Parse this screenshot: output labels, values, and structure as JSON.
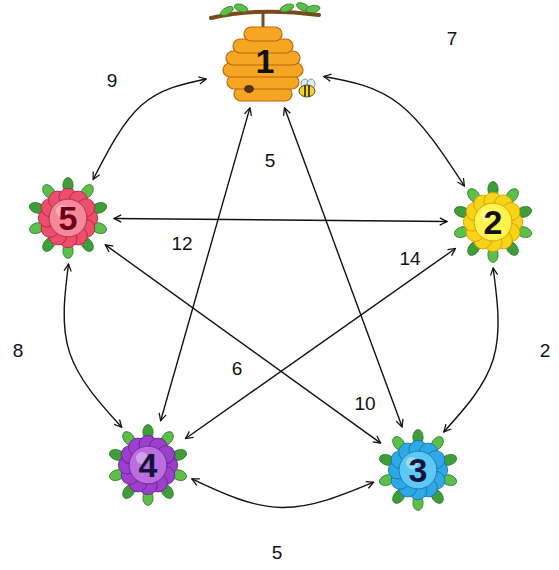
{
  "diagram": {
    "nodes": [
      {
        "text": [
          "1"
        ]
      },
      {
        "text": [
          "2"
        ]
      },
      {
        "text": [
          "3"
        ]
      },
      {
        "text": [
          "4"
        ]
      },
      {
        "text": [
          "5"
        ]
      }
    ],
    "edges": [
      {
        "from": 0,
        "to": 1,
        "arrow": "both",
        "label": "7"
      },
      {
        "from": 1,
        "to": 2,
        "arrow": "both",
        "label": "2"
      },
      {
        "from": 2,
        "to": 3,
        "arrow": "both",
        "label": "5"
      },
      {
        "from": 3,
        "to": 4,
        "arrow": "both",
        "label": "8"
      },
      {
        "from": 4,
        "to": 0,
        "arrow": "both",
        "label": "9"
      },
      {
        "from": 4,
        "to": 1,
        "arrow": "both",
        "label": "5"
      },
      {
        "from": 0,
        "to": 3,
        "arrow": "both",
        "label": "12"
      },
      {
        "from": 0,
        "to": 2,
        "arrow": "both",
        "label": "10"
      },
      {
        "from": 1,
        "to": 3,
        "arrow": "both",
        "label": "14"
      },
      {
        "from": 4,
        "to": 2,
        "arrow": "both",
        "label": "6"
      }
    ]
  }
}
